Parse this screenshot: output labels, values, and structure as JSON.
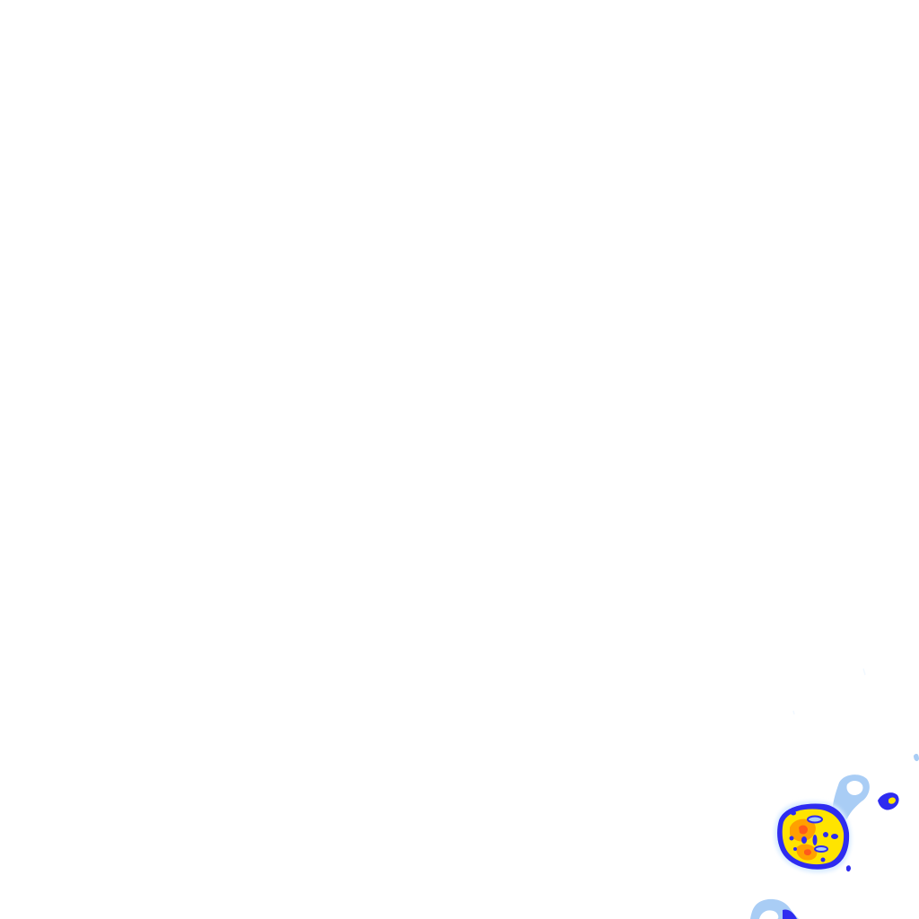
{
  "tile": {
    "background": "#ffffff"
  },
  "palette": {
    "very_light": "#d9ecff",
    "light_blue": "#a9cdf5",
    "blue": "#2e2cf0",
    "deep_blue": "#1a10c8",
    "yellow": "#ffe400",
    "orange": "#ffa000",
    "red_orange": "#ff5a1a"
  },
  "legend": {
    "order": [
      "very_light",
      "light_blue",
      "blue",
      "yellow",
      "orange",
      "red_orange"
    ]
  }
}
